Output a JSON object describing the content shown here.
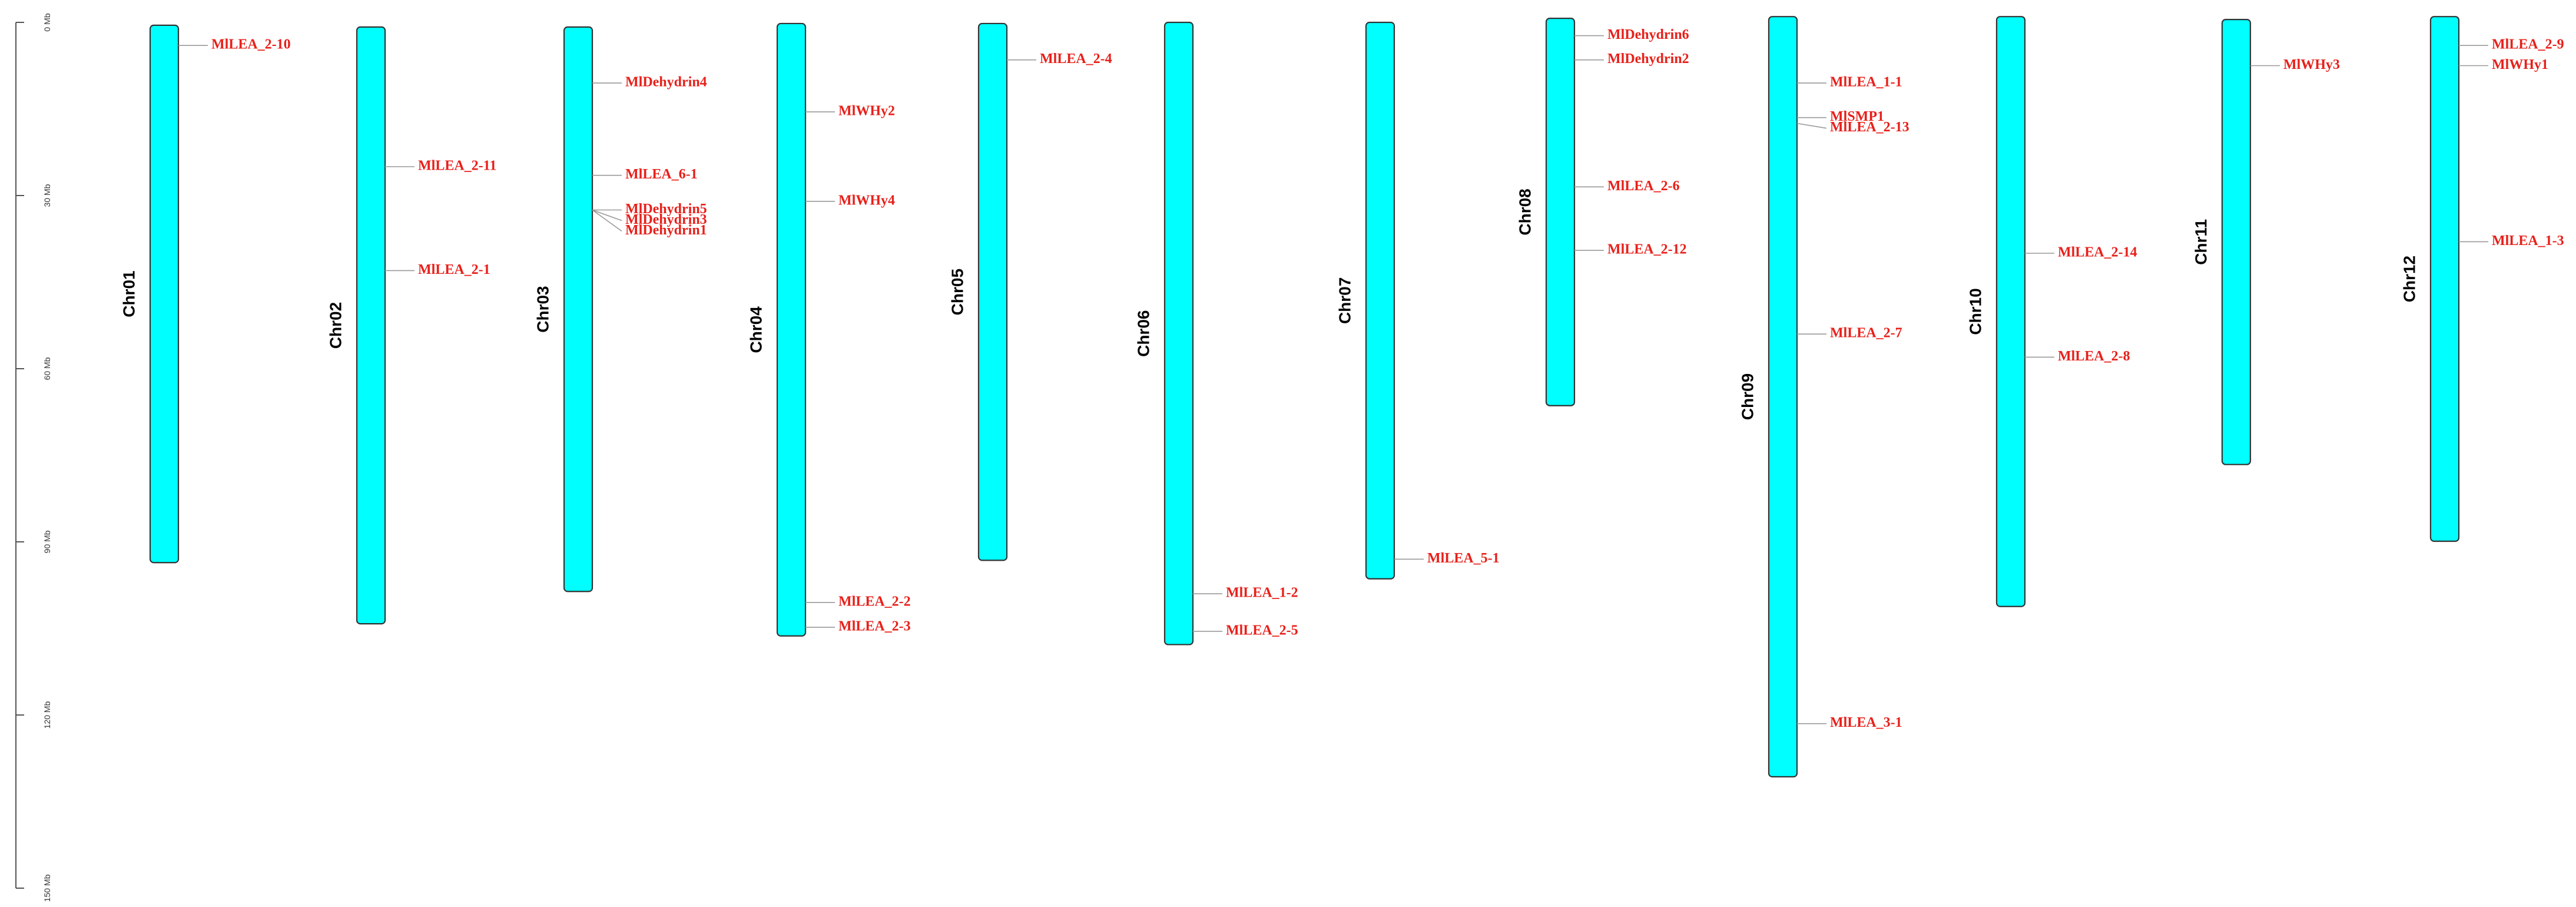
{
  "colors": {
    "chromosome_fill": "#00FFFF",
    "chromosome_outline": "#333333",
    "gene_label": "#E8201A",
    "connector_line": "#999999",
    "scale": "#555555"
  },
  "scale": {
    "unit": "Mb",
    "range": [
      0,
      150
    ],
    "ticks": [
      {
        "value": 0,
        "label": "0 Mb"
      },
      {
        "value": 30,
        "label": "30 Mb"
      },
      {
        "value": 60,
        "label": "60 Mb"
      },
      {
        "value": 90,
        "label": "90 Mb"
      },
      {
        "value": 120,
        "label": "120 Mb"
      },
      {
        "value": 150,
        "label": "150 Mb"
      }
    ]
  },
  "chromosomes": [
    {
      "name": "Chr01",
      "start": 0.5,
      "end": 93.6,
      "genes": [
        {
          "name": "MlLEA_2-10",
          "pos": 4.0
        }
      ]
    },
    {
      "name": "Chr02",
      "start": 0.8,
      "end": 104.2,
      "genes": [
        {
          "name": "MlLEA_2-11",
          "pos": 25.0
        },
        {
          "name": "MlLEA_2-1",
          "pos": 43.0
        }
      ]
    },
    {
      "name": "Chr03",
      "start": 0.8,
      "end": 98.6,
      "genes": [
        {
          "name": "MlDehydrin4",
          "pos": 10.5
        },
        {
          "name": "MlLEA_6-1",
          "pos": 26.5
        },
        {
          "name": "MlDehydrin5",
          "pos": 32.5
        },
        {
          "name": "MlDehydrin3",
          "pos": 32.5
        },
        {
          "name": "MlDehydrin1",
          "pos": 32.5
        }
      ]
    },
    {
      "name": "Chr04",
      "start": 0.2,
      "end": 106.3,
      "genes": [
        {
          "name": "MlWHy2",
          "pos": 15.5
        },
        {
          "name": "MlWHy4",
          "pos": 31.0
        },
        {
          "name": "MlLEA_2-2",
          "pos": 100.5
        },
        {
          "name": "MlLEA_2-3",
          "pos": 104.8
        }
      ]
    },
    {
      "name": "Chr05",
      "start": 0.2,
      "end": 93.2,
      "genes": [
        {
          "name": "MlLEA_2-4",
          "pos": 6.5
        }
      ]
    },
    {
      "name": "Chr06",
      "start": 0.0,
      "end": 107.8,
      "genes": [
        {
          "name": "MlLEA_1-2",
          "pos": 99.0
        },
        {
          "name": "MlLEA_2-5",
          "pos": 105.5
        }
      ]
    },
    {
      "name": "Chr07",
      "start": 0.0,
      "end": 96.4,
      "genes": [
        {
          "name": "MlLEA_5-1",
          "pos": 93.0
        }
      ]
    },
    {
      "name": "Chr08",
      "start": -0.7,
      "end": 66.4,
      "genes": [
        {
          "name": "MlDehydrin6",
          "pos": 2.3
        },
        {
          "name": "MlDehydrin2",
          "pos": 6.5
        },
        {
          "name": "MlLEA_2-6",
          "pos": 28.5
        },
        {
          "name": "MlLEA_2-12",
          "pos": 39.5
        }
      ]
    },
    {
      "name": "Chr09",
      "start": -1.0,
      "end": 130.7,
      "genes": [
        {
          "name": "MlLEA_1-1",
          "pos": 10.5
        },
        {
          "name": "MlSMP1",
          "pos": 16.5
        },
        {
          "name": "MlLEA_2-13",
          "pos": 17.5
        },
        {
          "name": "MlLEA_2-7",
          "pos": 54.0
        },
        {
          "name": "MlLEA_3-1",
          "pos": 121.5
        }
      ]
    },
    {
      "name": "Chr10",
      "start": -1.0,
      "end": 101.2,
      "genes": [
        {
          "name": "MlLEA_2-14",
          "pos": 40.0
        },
        {
          "name": "MlLEA_2-8",
          "pos": 58.0
        }
      ]
    },
    {
      "name": "Chr11",
      "start": -0.5,
      "end": 76.6,
      "genes": [
        {
          "name": "MlWHy3",
          "pos": 7.5
        }
      ]
    },
    {
      "name": "Chr12",
      "start": -1.0,
      "end": 89.9,
      "genes": [
        {
          "name": "MlLEA_2-9",
          "pos": 4.0
        },
        {
          "name": "MlWHy1",
          "pos": 7.5
        },
        {
          "name": "MlLEA_1-3",
          "pos": 38.0
        }
      ]
    }
  ]
}
